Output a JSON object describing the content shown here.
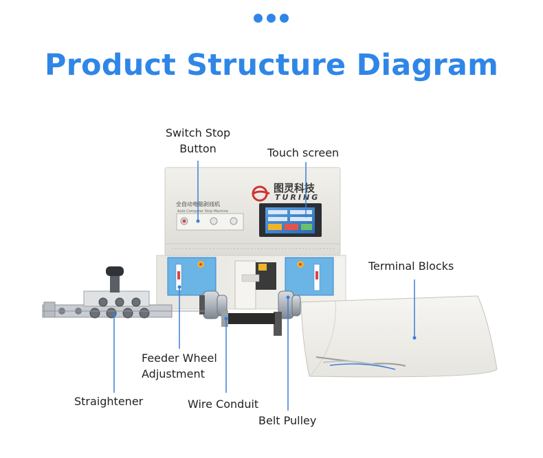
{
  "header": {
    "title": "Product Structure Diagram"
  },
  "brand": {
    "name_cn": "图灵科技",
    "name_en": "TURING",
    "machine_cn": "全自动电脑剥线机",
    "machine_en": "Auto Computer Strip Machine"
  },
  "labels": {
    "switch_stop_line1": "Switch Stop",
    "switch_stop_line2": "Button",
    "touch_screen": "Touch screen",
    "terminal_blocks": "Terminal Blocks",
    "feeder_line1": "Feeder Wheel",
    "feeder_line2": "Adjustment",
    "straightener": "Straightener",
    "wire_conduit": "Wire Conduit",
    "belt_pulley": "Belt Pulley"
  },
  "colors": {
    "accent": "#2f86e6",
    "pointer": "#3a7fd5",
    "label_text": "#222222"
  }
}
